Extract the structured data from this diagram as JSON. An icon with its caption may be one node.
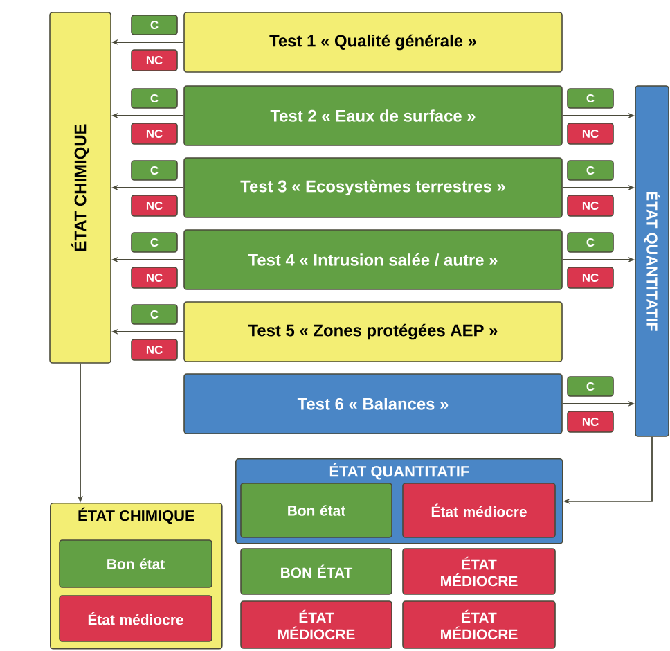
{
  "diagram": {
    "nodes": [
      {
        "text": [
          "ÉTAT CHIMIQUE"
        ]
      },
      {
        "text": [
          "ÉTAT QUANTITATIF"
        ]
      },
      {
        "text": [
          "Test 1 « Qualité générale »"
        ]
      },
      {
        "text": [
          "Test 2 « Eaux de surface »"
        ]
      },
      {
        "text": [
          "Test 3 « Ecosystèmes terrestres »"
        ]
      },
      {
        "text": [
          "Test 4 « Intrusion salée / autre »"
        ]
      },
      {
        "text": [
          "Test 5 « Zones protégées AEP »"
        ]
      },
      {
        "text": [
          "Test 6 « Balances »"
        ]
      },
      {
        "text": [
          "C"
        ]
      },
      {
        "text": [
          "NC"
        ]
      },
      {
        "text": [
          "C"
        ]
      },
      {
        "text": [
          "NC"
        ]
      },
      {
        "text": [
          "C"
        ]
      },
      {
        "text": [
          "NC"
        ]
      },
      {
        "text": [
          "C"
        ]
      },
      {
        "text": [
          "NC"
        ]
      },
      {
        "text": [
          "C"
        ]
      },
      {
        "text": [
          "NC"
        ]
      },
      {
        "text": [
          "C"
        ]
      },
      {
        "text": [
          "NC"
        ]
      },
      {
        "text": [
          "C"
        ]
      },
      {
        "text": [
          "NC"
        ]
      },
      {
        "text": [
          "C"
        ]
      },
      {
        "text": [
          "NC"
        ]
      },
      {
        "text": [
          "C"
        ]
      },
      {
        "text": [
          "NC"
        ]
      },
      {
        "text": [
          "ÉTAT CHIMIQUE"
        ]
      },
      {
        "text": [
          "Bon état"
        ],
        "in": 26
      },
      {
        "text": [
          "État médiocre"
        ],
        "in": 26
      },
      {
        "text": [
          "ÉTAT QUANTITATIF"
        ]
      },
      {
        "text": [
          "Bon état"
        ],
        "in": 29
      },
      {
        "text": [
          "État médiocre"
        ],
        "in": 29
      },
      {
        "text": [
          "BON ÉTAT"
        ]
      },
      {
        "text": [
          "ÉTAT MÉDIOCRE"
        ]
      },
      {
        "text": [
          "ÉTAT MÉDIOCRE"
        ]
      },
      {
        "text": [
          "ÉTAT MÉDIOCRE"
        ]
      }
    ],
    "edges": [
      {
        "from": 2,
        "to": 0,
        "arrow": "to"
      },
      {
        "from": 3,
        "to": 0,
        "arrow": "to"
      },
      {
        "from": 4,
        "to": 0,
        "arrow": "to"
      },
      {
        "from": 5,
        "to": 0,
        "arrow": "to"
      },
      {
        "from": 6,
        "to": 0,
        "arrow": "to"
      },
      {
        "from": 3,
        "to": 1,
        "arrow": "to"
      },
      {
        "from": 4,
        "to": 1,
        "arrow": "to"
      },
      {
        "from": 5,
        "to": 1,
        "arrow": "to"
      },
      {
        "from": 7,
        "to": 1,
        "arrow": "to"
      },
      {
        "from": 0,
        "to": 26,
        "arrow": "to"
      },
      {
        "from": 1,
        "to": 29,
        "arrow": "to"
      }
    ]
  }
}
